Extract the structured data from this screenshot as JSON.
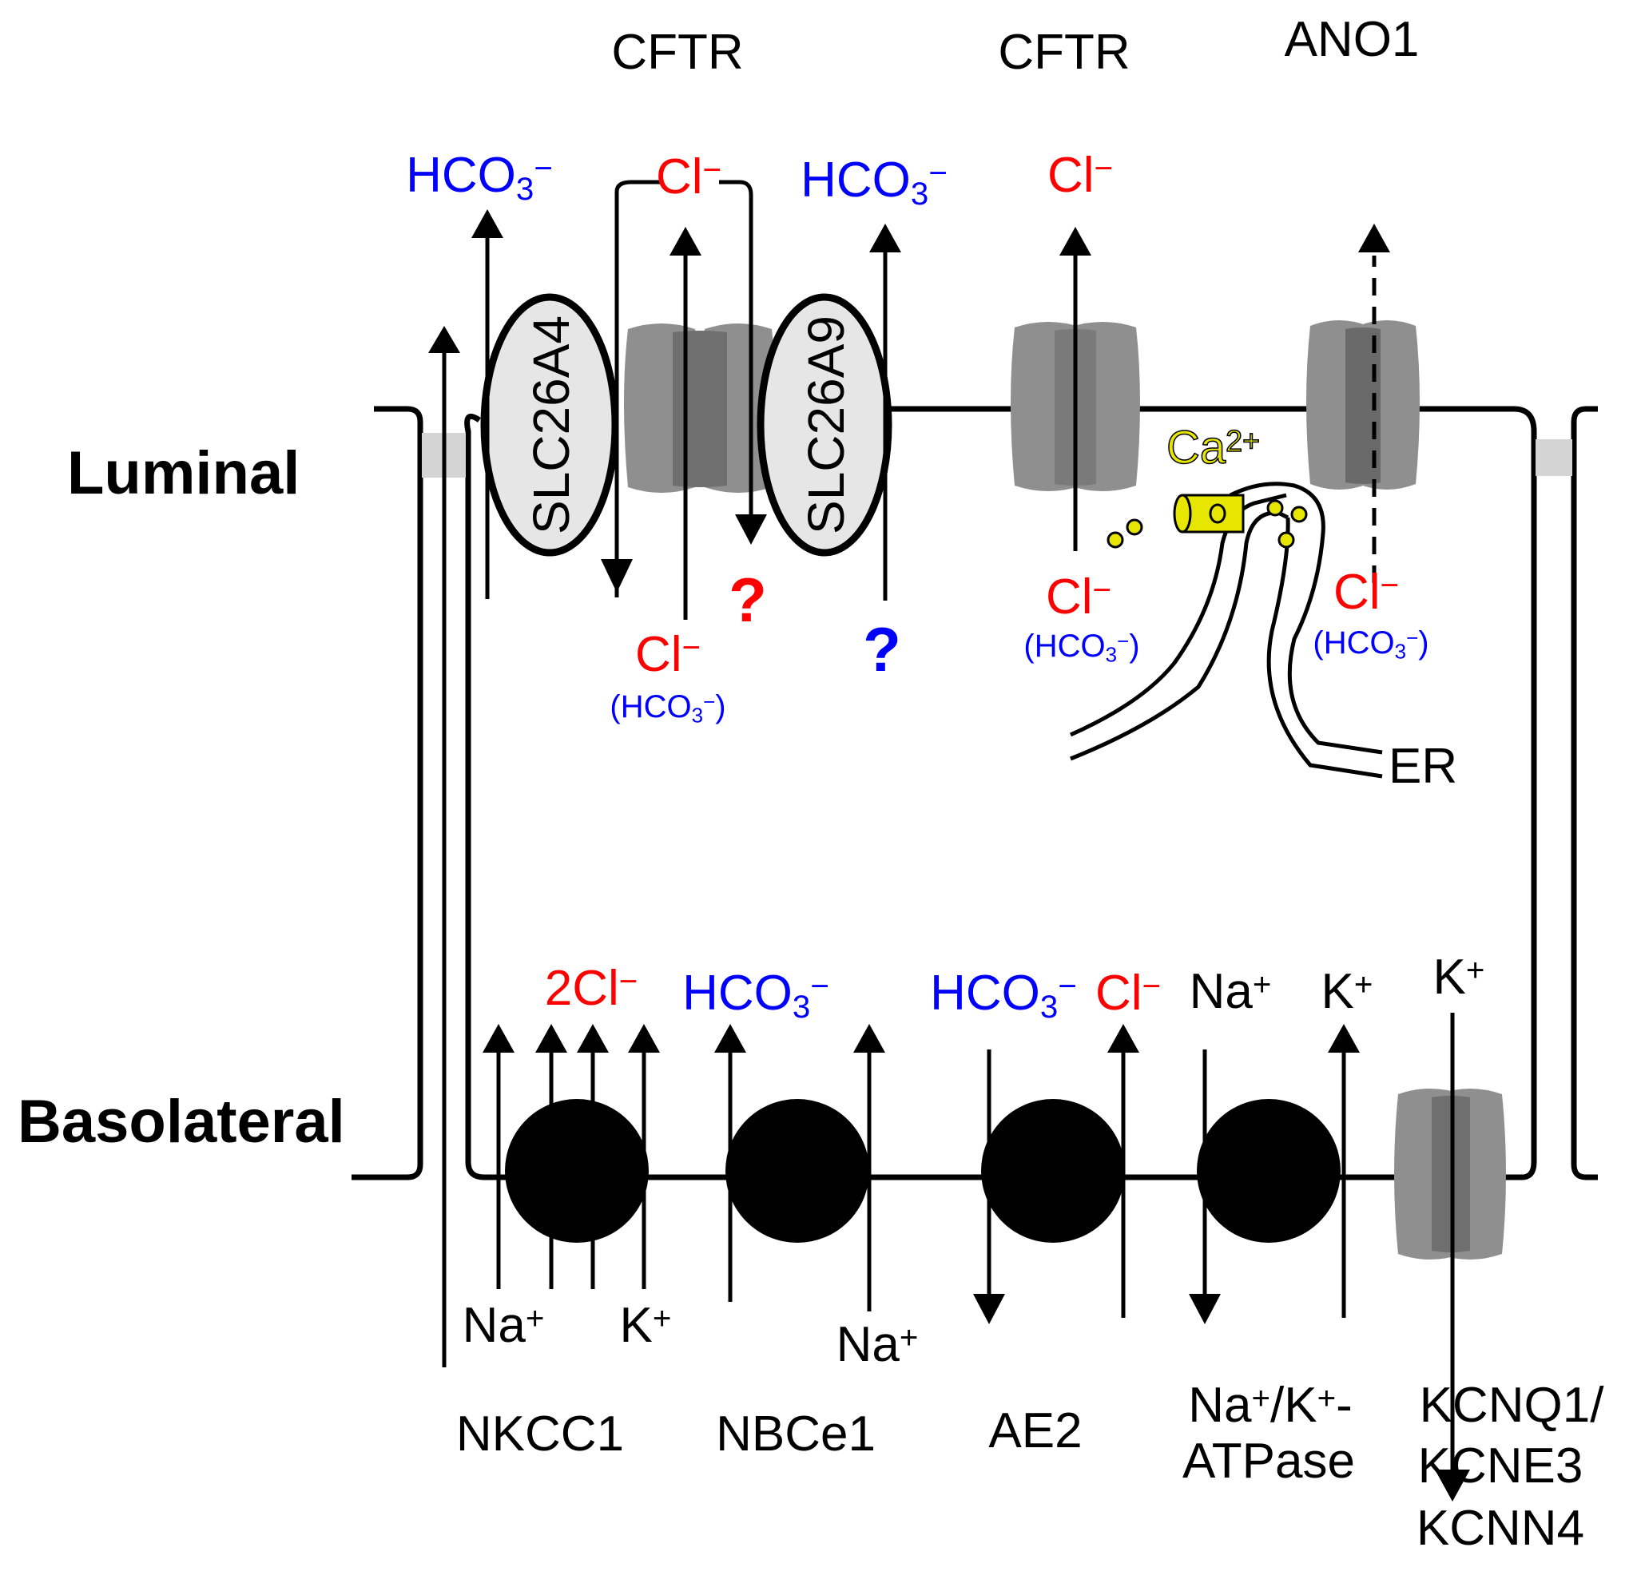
{
  "colors": {
    "chloride": "#ff0000",
    "bicarbonate": "#0000ff",
    "calcium": "#e6e600",
    "channel": "#8c8c8c",
    "exchanger": "#e6e6e6",
    "pump": "#000000"
  },
  "side_labels": {
    "luminal": "Luminal",
    "basolateral": "Basolateral"
  },
  "apical": {
    "cftr_1": "CFTR",
    "cftr_2": "CFTR",
    "ano1": "ANO1",
    "slc26a4": "SLC26A4",
    "slc26a9": "SLC26A9",
    "hco3_1": "HCO3-",
    "cl_top": "Cl-",
    "hco3_2": "HCO3-",
    "cl_top_2": "Cl-",
    "cl_in_1": "Cl-",
    "hco3_in_1": "(HCO3-)",
    "cl_in_2": "Cl-",
    "hco3_in_2": "(HCO3-)",
    "cl_in_3": "Cl-",
    "hco3_in_3": "(HCO3-)",
    "question_red": "?",
    "question_blue": "?",
    "ca": "Ca2+",
    "er": "ER"
  },
  "basolateral": {
    "two_cl": "2Cl-",
    "hco3_nbc": "HCO3-",
    "hco3_ae2": "HCO3-",
    "cl_ae2": "Cl-",
    "na_atpase_top": "Na+",
    "k_atpase_top": "K+",
    "k_channel_top": "K+",
    "na_nkcc": "Na+",
    "k_nkcc": "K+",
    "na_nbc": "Na+",
    "nkcc1": "NKCC1",
    "nbce1": "NBCe1",
    "ae2": "AE2",
    "atpase_1": "Na+/K+-",
    "atpase_2": "ATPase",
    "kcn_1": "KCNQ1/",
    "kcn_2": "KCNE3",
    "kcn_3": "KCNN4"
  }
}
